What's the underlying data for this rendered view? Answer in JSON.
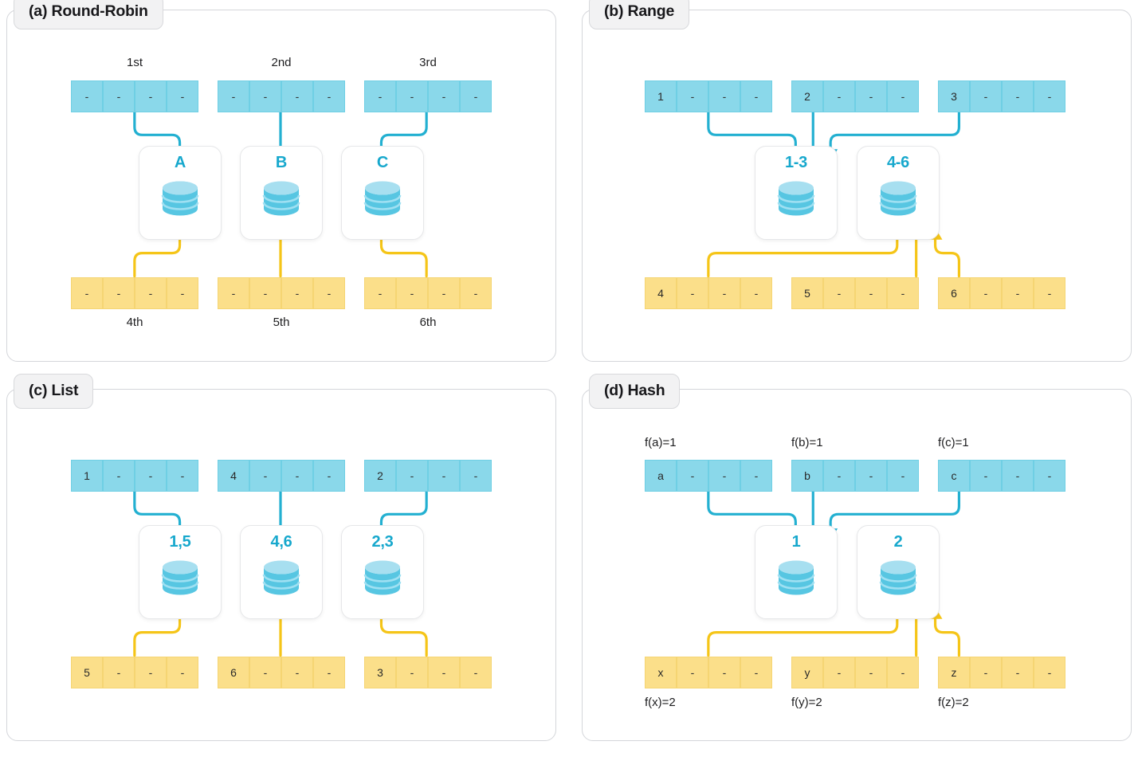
{
  "figure": {
    "type": "diagram",
    "subject": "data-partitioning-strategies",
    "colors": {
      "blue_cell_fill": "#8ad8ea",
      "blue_cell_border": "#6fcfe4",
      "yellow_cell_fill": "#fbdf8a",
      "yellow_cell_border": "#f5d573",
      "blue_arrow": "#23b0d1",
      "yellow_arrow": "#f5c518",
      "node_label": "#17a8cd",
      "panel_border": "#d4d6da",
      "badge_bg": "#f2f2f3"
    }
  },
  "panels": [
    {
      "id": "round-robin",
      "title": "(a) Round-Robin",
      "top_labels": [
        "1st",
        "2nd",
        "3rd"
      ],
      "bottom_labels": [
        "4th",
        "5th",
        "6th"
      ],
      "top_arrays": [
        [
          "-",
          "-",
          "-",
          "-"
        ],
        [
          "-",
          "-",
          "-",
          "-"
        ],
        [
          "-",
          "-",
          "-",
          "-"
        ]
      ],
      "bottom_arrays": [
        [
          "-",
          "-",
          "-",
          "-"
        ],
        [
          "-",
          "-",
          "-",
          "-"
        ],
        [
          "-",
          "-",
          "-",
          "-"
        ]
      ],
      "nodes": [
        "A",
        "B",
        "C"
      ]
    },
    {
      "id": "range",
      "title": "(b) Range",
      "top_labels": [
        "",
        "",
        ""
      ],
      "bottom_labels": [
        "",
        "",
        ""
      ],
      "top_arrays": [
        [
          "1",
          "-",
          "-",
          "-"
        ],
        [
          "2",
          "-",
          "-",
          "-"
        ],
        [
          "3",
          "-",
          "-",
          "-"
        ]
      ],
      "bottom_arrays": [
        [
          "4",
          "-",
          "-",
          "-"
        ],
        [
          "5",
          "-",
          "-",
          "-"
        ],
        [
          "6",
          "-",
          "-",
          "-"
        ]
      ],
      "nodes": [
        "1-3",
        "4-6"
      ]
    },
    {
      "id": "list",
      "title": "(c) List",
      "top_labels": [
        "",
        "",
        ""
      ],
      "bottom_labels": [
        "",
        "",
        ""
      ],
      "top_arrays": [
        [
          "1",
          "-",
          "-",
          "-"
        ],
        [
          "4",
          "-",
          "-",
          "-"
        ],
        [
          "2",
          "-",
          "-",
          "-"
        ]
      ],
      "bottom_arrays": [
        [
          "5",
          "-",
          "-",
          "-"
        ],
        [
          "6",
          "-",
          "-",
          "-"
        ],
        [
          "3",
          "-",
          "-",
          "-"
        ]
      ],
      "nodes": [
        "1,5",
        "4,6",
        "2,3"
      ]
    },
    {
      "id": "hash",
      "title": "(d) Hash",
      "top_labels": [
        "f(a)=1",
        "f(b)=1",
        "f(c)=1"
      ],
      "bottom_labels": [
        "f(x)=2",
        "f(y)=2",
        "f(z)=2"
      ],
      "top_arrays": [
        [
          "a",
          "-",
          "-",
          "-"
        ],
        [
          "b",
          "-",
          "-",
          "-"
        ],
        [
          "c",
          "-",
          "-",
          "-"
        ]
      ],
      "bottom_arrays": [
        [
          "x",
          "-",
          "-",
          "-"
        ],
        [
          "y",
          "-",
          "-",
          "-"
        ],
        [
          "z",
          "-",
          "-",
          "-"
        ]
      ],
      "nodes": [
        "1",
        "2"
      ]
    }
  ]
}
